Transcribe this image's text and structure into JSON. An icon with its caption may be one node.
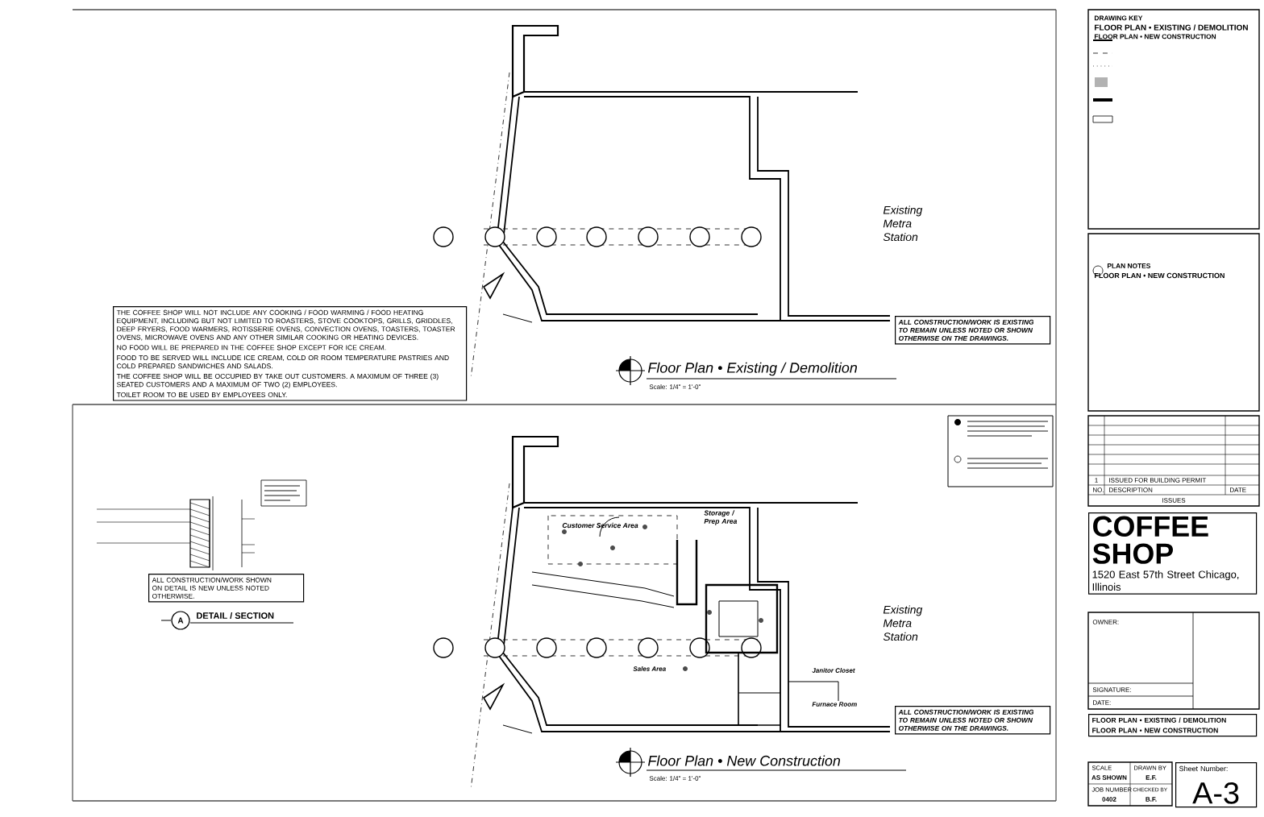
{
  "diagram": {
    "nodes": [
      {
        "text": [
          "THE COFFEE SHOP WILL NOT INCLUDE ANY COOKING / FOOD WARMING / FOOD HEATING EQUIPMENT, INCLUDING BUT NOT LIMITED TO ROASTERS, STOVE COOKTOPS, GRILLS, GRIDDLES, DEEP FRYERS, FOOD WARMERS, ROTISSERIE OVENS, CONVECTION OVENS, TOASTERS, TOASTER OVENS, MICROWAVE OVENS AND ANY OTHER SIMILAR COOKING OR HEATING DEVICES.",
          "NO FOOD WILL BE PREPARED IN THE COFFEE SHOP EXCEPT FOR ICE CREAM.",
          "FOOD TO BE SERVED WILL INCLUDE ICE CREAM, COLD OR ROOM TEMPERATURE PASTRIES AND COLD PREPARED SANDWICHES AND SALADS.",
          "THE COFFEE SHOP WILL BE OCCUPIED BY TAKE OUT CUSTOMERS. A MAXIMUM OF THREE (3) SEATED CUSTOMERS AND A MAXIMUM OF TWO (2) EMPLOYEES.",
          "TOILET ROOM TO BE USED BY EMPLOYEES ONLY."
        ]
      },
      {
        "text": [
          "ALL CONSTRUCTION/WORK IS EXISTING TO REMAIN UNLESS NOTED OR SHOWN OTHERWISE ON THE DRAWINGS."
        ]
      },
      {
        "text": [
          "ALL CONSTRUCTION/WORK SHOWN ON DETAIL IS NEW UNLESS NOTED OTHERWISE."
        ]
      },
      {
        "text": [
          "ALL CONSTRUCTION/WORK IS EXISTING TO REMAIN UNLESS NOTED OR SHOWN OTHERWISE ON THE DRAWINGS."
        ]
      },
      {
        "text": [
          "COFFEE SHOP",
          "1520 East 57th Street Chicago, Illinois"
        ]
      },
      {
        "text": [
          "FLOOR PLAN • EXISTING / DEMOLITION",
          "FLOOR PLAN • NEW CONSTRUCTION"
        ]
      },
      {
        "text": [
          "Sheet Number:",
          "A-3"
        ]
      }
    ],
    "labels": [
      "Existing Metra Station",
      "Floor Plan • Existing / Demolition",
      "Scale: 1/4\" = 1'-0\"",
      "Customer Service Area",
      "Storage / Prep Area",
      "Sales Area",
      "Existing Metra Station",
      "Janitor Closet",
      "Furnace Room",
      "Floor Plan • New Construction",
      "Scale: 1/4\" = 1'-0\"",
      "A",
      "DETAIL / SECTION",
      "DRAWING KEY",
      "FLOOR PLAN • EXISTING / DEMOLITION",
      "FLOOR PLAN • NEW CONSTRUCTION",
      "PLAN NOTES",
      "FLOOR PLAN • NEW CONSTRUCTION",
      "1",
      "ISSUED FOR BUILDING PERMIT",
      "NO.",
      "DESCRIPTION",
      "DATE",
      "ISSUES",
      "OWNER:",
      "SIGNATURE:",
      "DATE:",
      "SCALE",
      "AS SHOWN",
      "DRAWN BY",
      "E.F.",
      "JOB NUMBER",
      "0402",
      "CHECKED BY",
      "B.F."
    ]
  }
}
